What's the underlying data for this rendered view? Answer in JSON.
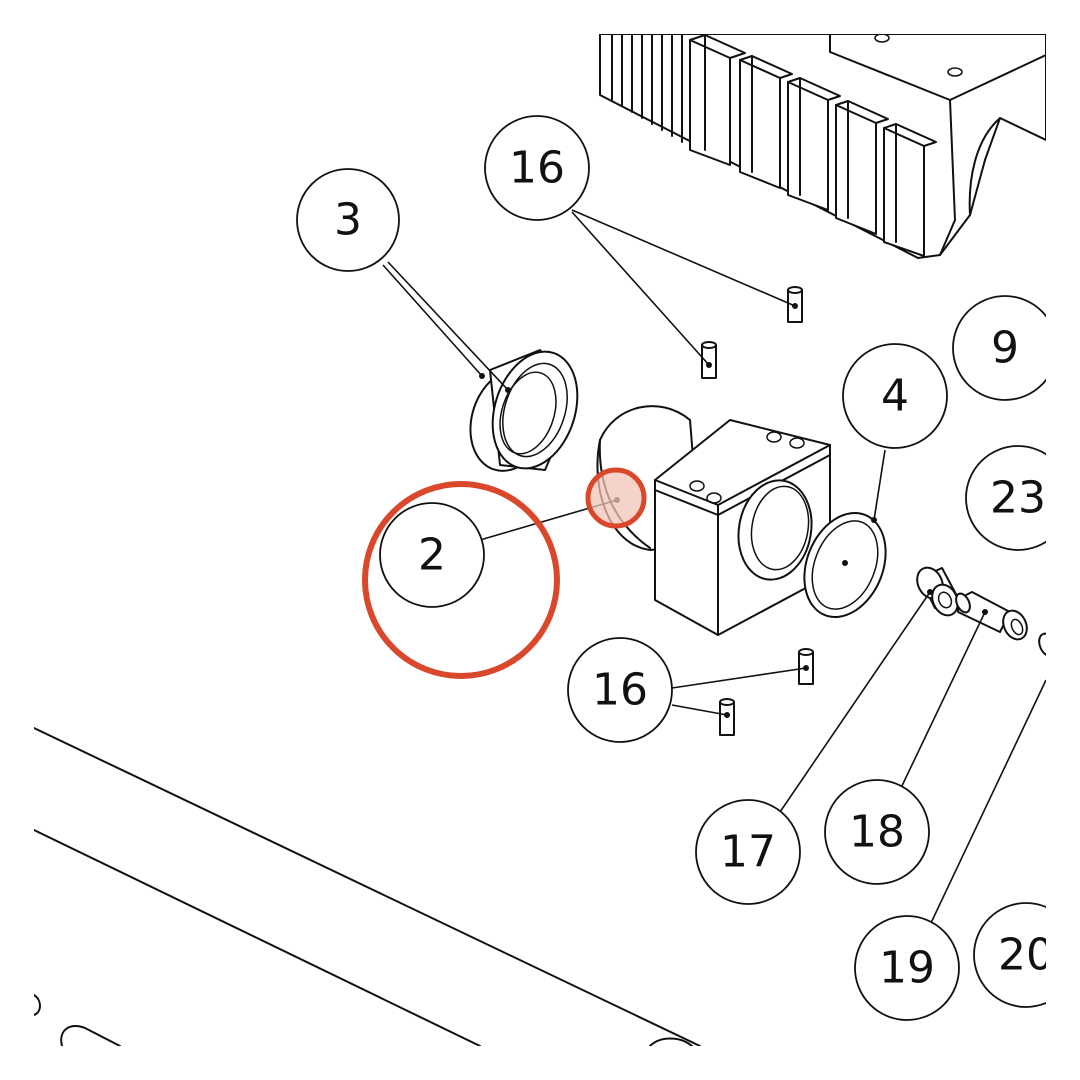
{
  "callouts": {
    "c2": "2",
    "c3": "3",
    "c4": "4",
    "c9": "9",
    "c16a": "16",
    "c16b": "16",
    "c17": "17",
    "c18": "18",
    "c19": "19",
    "c20": "20",
    "c23": "23"
  },
  "highlight": {
    "color": "#d9482b",
    "fill": "#f3c4b8"
  }
}
